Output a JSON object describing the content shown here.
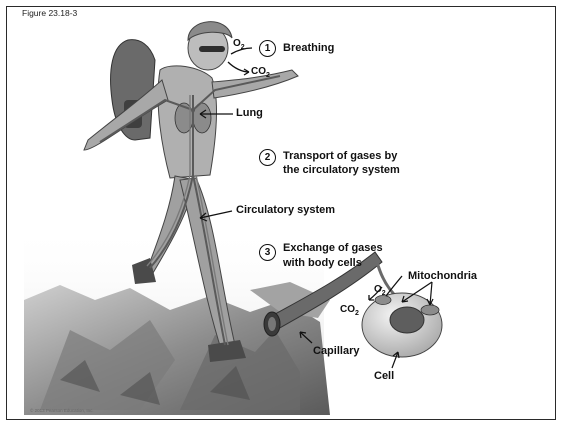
{
  "figure_label": "Figure 23.18-3",
  "copyright": "© 2013 Pearson Education, Inc.",
  "steps": [
    {
      "number": "1",
      "title": "Breathing"
    },
    {
      "number": "2",
      "title_line1": "Transport of gases by",
      "title_line2": "the circulatory system"
    },
    {
      "number": "3",
      "title_line1": "Exchange of gases",
      "title_line2": "with body cells"
    }
  ],
  "labels": {
    "lung": "Lung",
    "circulatory_system": "Circulatory system",
    "mitochondria": "Mitochondria",
    "capillary": "Capillary",
    "cell": "Cell"
  },
  "gases": {
    "o2_base": "O",
    "o2_sub": "2",
    "co2_base": "CO",
    "co2_sub": "2"
  },
  "colors": {
    "line": "#111111",
    "rock_dark": "#6f6f6f",
    "rock_light": "#bdbdbd",
    "body_gray": "#9a9a9a",
    "vessel": "#5c5c5c"
  }
}
